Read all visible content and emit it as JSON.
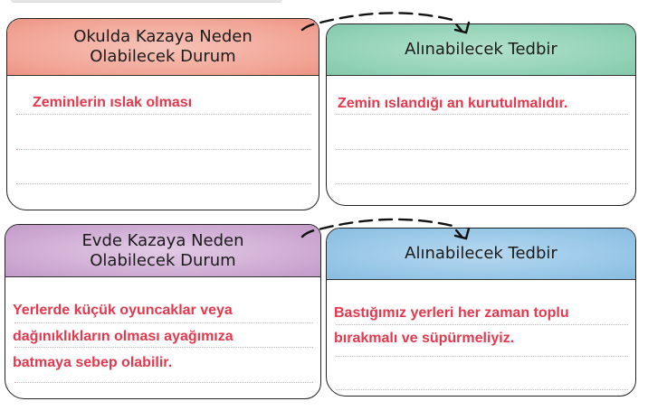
{
  "colors": {
    "school_header": "#f2a596",
    "school_measure_header": "#92d2b7",
    "home_header": "#cda9d2",
    "home_measure_header": "#96c6e6",
    "answer_text": "#e6374c"
  },
  "school": {
    "cause_title_line1": "Okulda Kazaya Neden",
    "cause_title_line2": "Olabilecek Durum",
    "cause_answer": "Zeminlerin ıslak olması",
    "measure_title": "Alınabilecek Tedbir",
    "measure_answer": "Zemin ıslandığı an kurutulmalıdır."
  },
  "home": {
    "cause_title_line1": "Evde Kazaya Neden",
    "cause_title_line2": "Olabilecek Durum",
    "cause_answer_lines": [
      "Yerlerde küçük oyuncaklar veya",
      "dağınıklıkların olması ayağımıza",
      "batmaya sebep olabilir."
    ],
    "measure_title": "Alınabilecek Tedbir",
    "measure_answer_lines": [
      "Bastığımız yerleri her zaman toplu",
      "bırakmalı ve süpürmeliyiz."
    ]
  }
}
